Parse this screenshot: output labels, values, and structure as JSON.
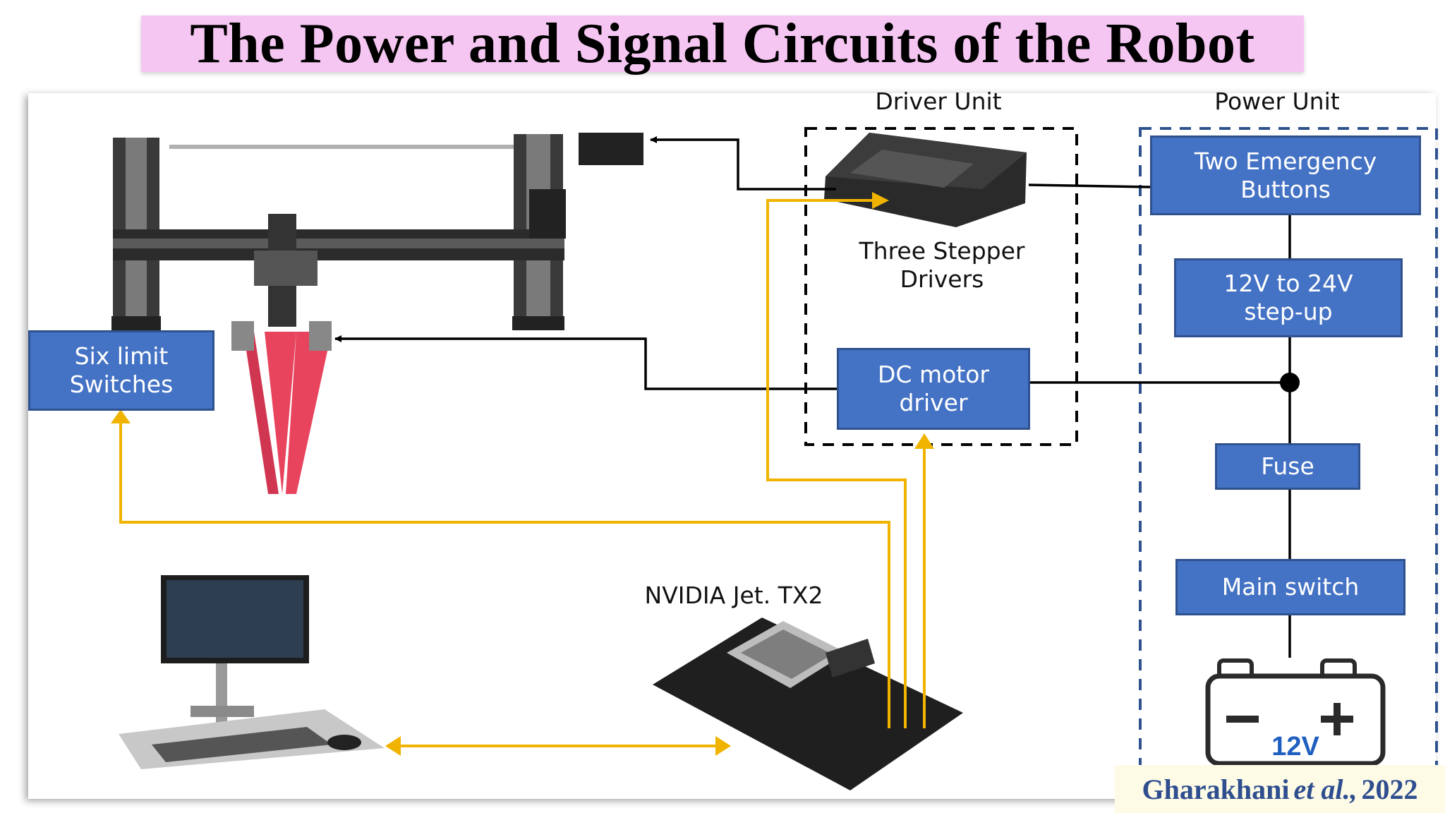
{
  "title": "The Power and Signal Circuits of the Robot",
  "sections": {
    "driver_unit": "Driver Unit",
    "power_unit": "Power Unit"
  },
  "boxes": {
    "emergency": "Two Emergency\nButtons",
    "stepup": "12V to 24V\nstep-up",
    "dc_motor": "DC motor\ndriver",
    "fuse": "Fuse",
    "main_switch": "Main switch",
    "limit_switches": "Six limit\nSwitches"
  },
  "labels": {
    "stepper_drivers": "Three Stepper\nDrivers",
    "nvidia": "NVIDIA Jet. TX2",
    "battery_voltage": "12V"
  },
  "credit": {
    "author": "Gharakhani",
    "etal": "et al.,",
    "year": "2022"
  },
  "colors": {
    "box_fill": "#4472c4",
    "signal_line": "#f0b400",
    "power_line": "#000000",
    "title_bg": "#f6c6f2",
    "gripper": "#e8445e"
  }
}
